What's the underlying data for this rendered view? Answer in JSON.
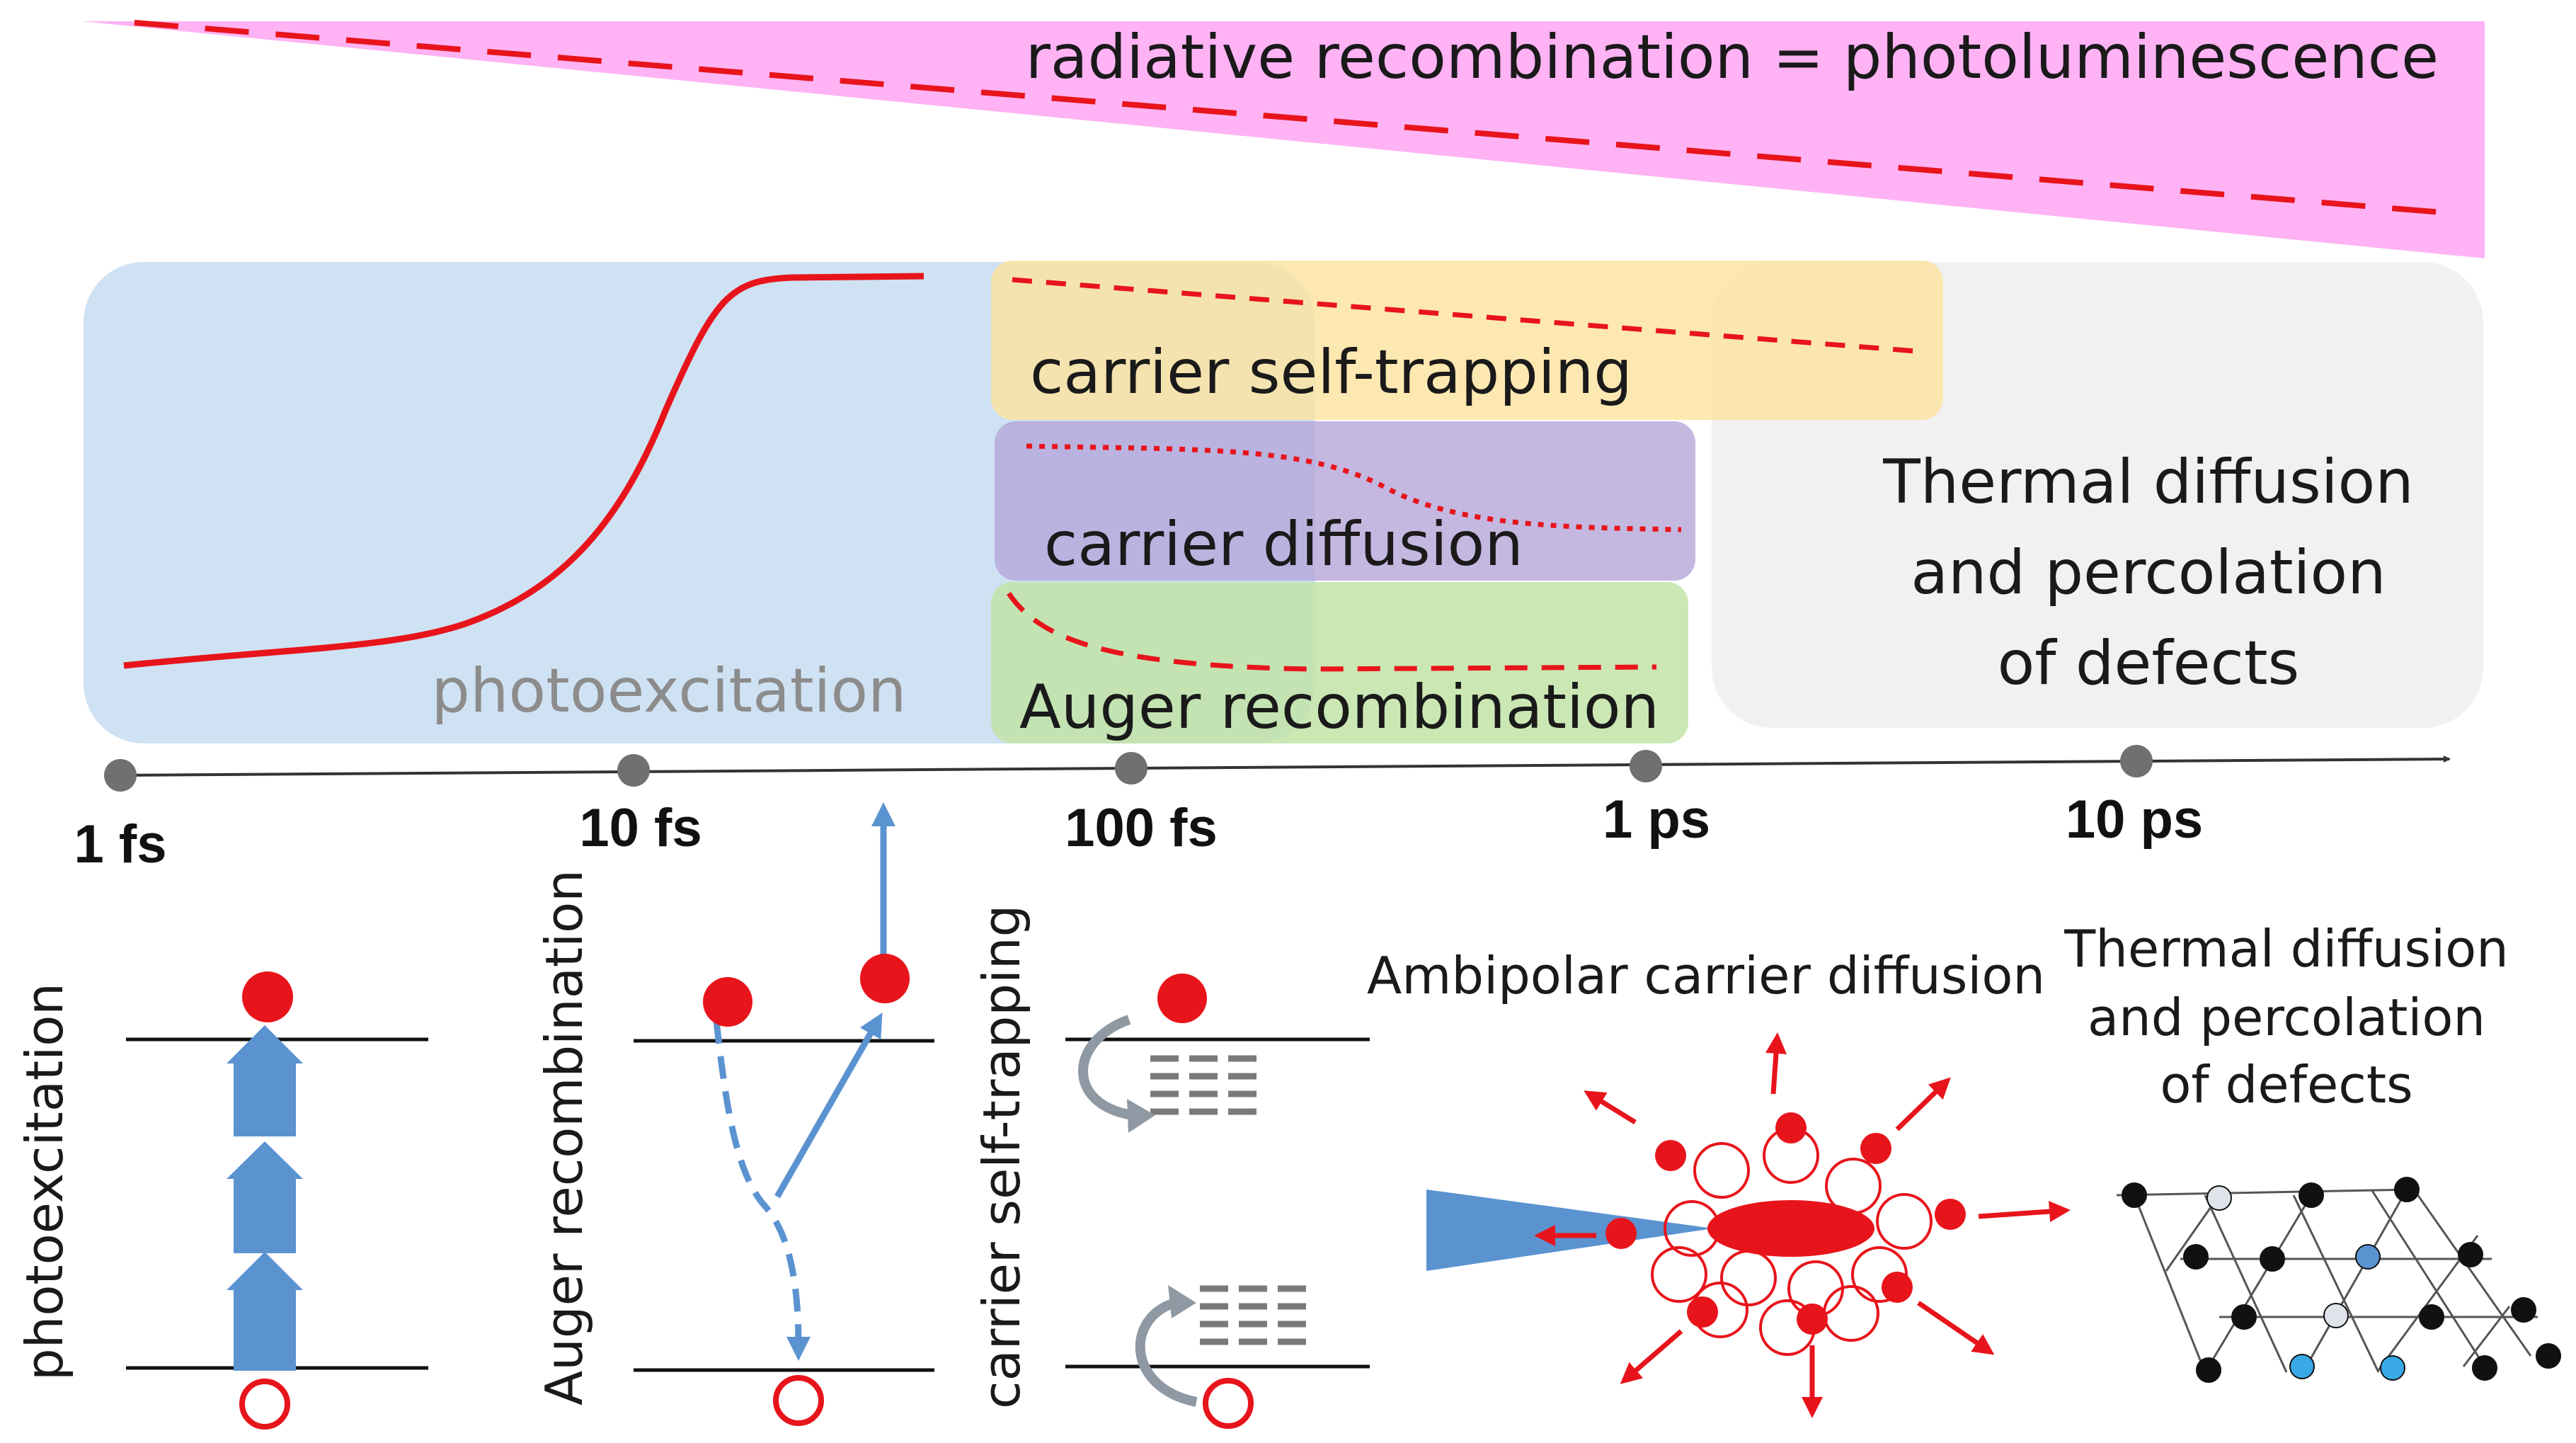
{
  "colors": {
    "photoluminescence_band": "#ffb3f5",
    "photoexcitation_box": "#cfe2f3",
    "self_trapping_box": "#fde3a0",
    "diffusion_box": "#b4a4d8",
    "auger_box": "#bfe3a4",
    "thermal_box": "#f1f1f1",
    "curve_red": "#e8141b",
    "arrow_blue": "#5b93d1",
    "tick_gray": "#707070",
    "dark_text": "#1a1a1a",
    "faded_text": "#8c8c8c"
  },
  "top_band": {
    "label": "radiative recombination = photoluminescence"
  },
  "processes": {
    "photoexcitation": "photoexcitation",
    "self_trapping": "carrier self-trapping",
    "diffusion": "carrier diffusion",
    "auger": "Auger recombination",
    "thermal": [
      "Thermal diffusion",
      "and percolation",
      "of defects"
    ]
  },
  "timeline": {
    "ticks": [
      "1 fs",
      "10 fs",
      "100 fs",
      "1 ps",
      "10 ps"
    ]
  },
  "schematics": {
    "photoexcitation": "photoexcitation",
    "auger": "Auger recombination",
    "self_trapping": "carrier self-trapping",
    "ambipolar": "Ambipolar carrier diffusion",
    "thermal": [
      "Thermal diffusion",
      "and percolation",
      "of defects"
    ]
  },
  "icons": {
    "electron": "filled-circle",
    "hole": "open-circle",
    "excitation_arrow": "block-arrow-up"
  }
}
